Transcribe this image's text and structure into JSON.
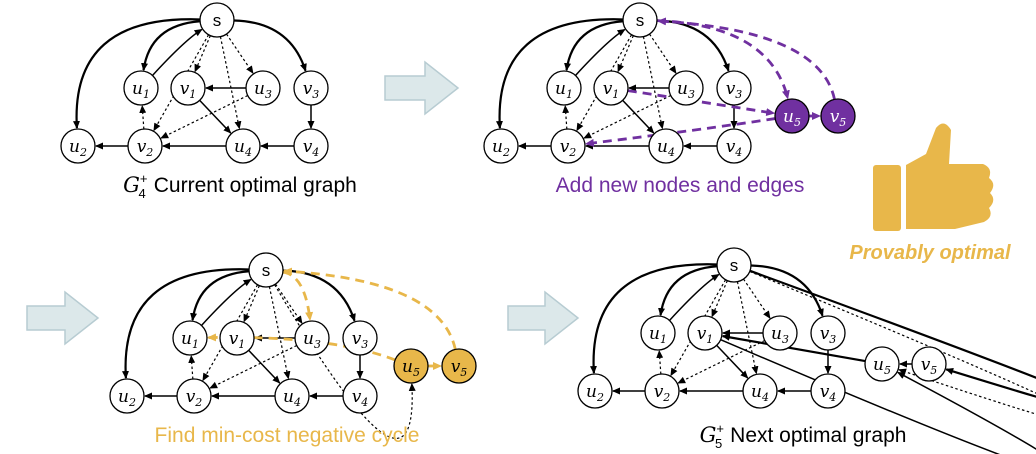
{
  "colors": {
    "purple": "#7030A0",
    "gold": "#E8B74A",
    "arrow_fill": "#DCE8EA",
    "arrow_stroke": "#B7CCD2",
    "node_stroke": "#000000",
    "text": "#000000"
  },
  "icons": {
    "step_arrow": "right-arrow-icon",
    "thumb": "thumbs-up-icon"
  },
  "node_labels": {
    "s": "s",
    "u1": "u",
    "u1_sub": "1",
    "u2": "u",
    "u2_sub": "2",
    "u3": "u",
    "u3_sub": "3",
    "u4": "u",
    "u4_sub": "4",
    "u5": "u",
    "u5_sub": "5",
    "v1": "v",
    "v1_sub": "1",
    "v2": "v",
    "v2_sub": "2",
    "v3": "v",
    "v3_sub": "3",
    "v4": "v",
    "v4_sub": "4",
    "v5": "v",
    "v5_sub": "5"
  },
  "panels": {
    "top_left": {
      "caption_symbol": "G",
      "caption_sub": "4",
      "caption_sup": "+",
      "caption_text": "Current optimal graph"
    },
    "top_right": {
      "caption_text": "Add new nodes and edges"
    },
    "bottom_left": {
      "caption_text": "Find min-cost negative cycle"
    },
    "bottom_right": {
      "caption_symbol": "G",
      "caption_sub": "5",
      "caption_sup": "+",
      "caption_text": "Next optimal graph"
    }
  },
  "thumb_caption": "Provably optimal"
}
